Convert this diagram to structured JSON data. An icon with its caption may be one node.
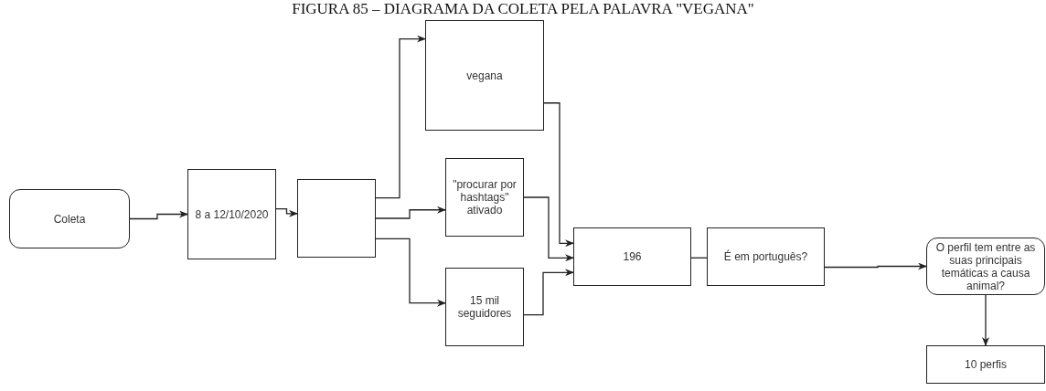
{
  "diagram": {
    "title": "FIGURA 85 – DIAGRAMA DA COLETA PELA PALAVRA \"VEGANA\"",
    "nodes": [
      {
        "text": [
          "Coleta"
        ]
      },
      {
        "text": [
          "8 a 12/10/2020"
        ]
      },
      {
        "text": [],
        "shape": "box"
      },
      {
        "text": [
          "vegana"
        ]
      },
      {
        "text": [
          "\"procurar por hashtags\" ativado"
        ]
      },
      {
        "text": [
          "15 mil seguidores"
        ]
      },
      {
        "text": [
          "196"
        ]
      },
      {
        "text": [
          "É em português?"
        ]
      },
      {
        "text": [
          "O perfil tem entre as suas principais temáticas a causa animal?"
        ]
      },
      {
        "text": [
          "10 perfis"
        ]
      }
    ],
    "edges": [
      {
        "from": 0,
        "to": 1,
        "arrow": "to"
      },
      {
        "from": 1,
        "to": 2,
        "arrow": "to"
      },
      {
        "from": 2,
        "to": 3,
        "arrow": "to"
      },
      {
        "from": 2,
        "to": 4,
        "arrow": "to"
      },
      {
        "from": 2,
        "to": 5,
        "arrow": "to"
      },
      {
        "from": 3,
        "to": 6,
        "arrow": "to"
      },
      {
        "from": 4,
        "to": 6,
        "arrow": "to"
      },
      {
        "from": 5,
        "to": 6,
        "arrow": "to"
      },
      {
        "from": 6,
        "to": 7,
        "arrow": "none"
      },
      {
        "from": 7,
        "to": 8,
        "arrow": "to"
      },
      {
        "from": 8,
        "to": 9,
        "arrow": "to"
      }
    ]
  }
}
